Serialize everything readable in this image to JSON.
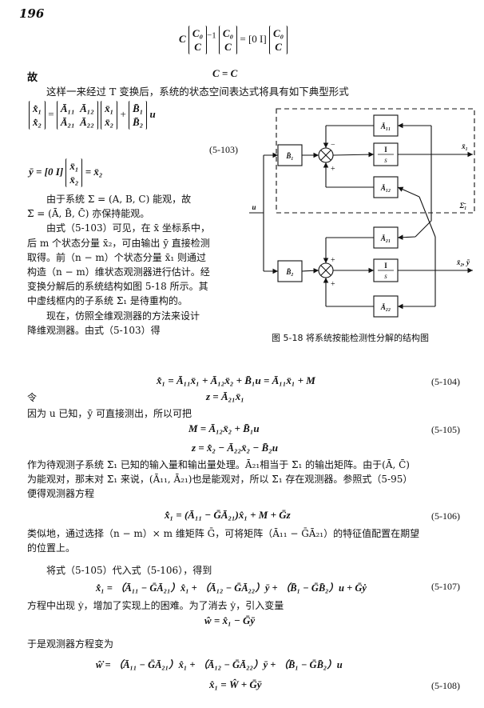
{
  "page_number": "196",
  "top_eq_1": "C⎡C₀⎤⁻¹⎡C₀⎤ = [0  I] ⎡C₀⎤",
  "top_eq_1_parts": {
    "lhs_outer_top": "C₀",
    "lhs_outer_bottom": "C",
    "mid_top": "C₀",
    "mid_bottom": "C",
    "row": "[0  I]",
    "rhs_top": "C₀",
    "rhs_bottom": "C"
  },
  "gu": "故",
  "top_eq_2": "C = C",
  "intro_line": "这样一来经过 T 变换后，系统的状态空间表达式将具有如下典型形式",
  "eq_5103_state": {
    "x1d": "x̄̇₁",
    "x2d": "x̄̇₂",
    "a11": "Ā₁₁",
    "a12": "Ā₁₂",
    "a21": "Ā₂₁",
    "a22": "Ā₂₂",
    "x1": "x̄₁",
    "x2": "x̄₂",
    "b1": "B̄₁",
    "b2": "B̄₂",
    "u": "u"
  },
  "eq_5103_no": "(5-103)",
  "eq_5103_output": {
    "lhs": "ȳ = [0  I]",
    "x1": "x̄₁",
    "x2": "x̄₂",
    "rhs": "= x̄₂"
  },
  "para1_lines": [
    "由于系统 Σ = (A, B, C) 能观，故",
    "Σ̄ = (Ā, B̄, C̄) 亦保持能观。",
    "由式（5-103）可见，在 x̄ 坐标系中，",
    "后 m 个状态分量 x̄₂，可由输出 ȳ 直接检测",
    "取得。前（n − m）个状态分量 x̄₁ 则通过",
    "构造（n − m）维状态观测器进行估计。经",
    "变换分解后的系统结构如图 5-18 所示。其",
    "中虚线框内的子系统 Σ̄₁ 是待重构的。",
    "现在，仿照全维观测器的方法来设计",
    "降维观测器。由式（5-103）得"
  ],
  "figure": {
    "caption": "图 5-18   将系统按能检测性分解的结构图",
    "blocks": {
      "a11": "Ā₁₁",
      "a12": "Ā₁₂",
      "a21": "Ā₂₁",
      "a22": "Ā₂₂",
      "b1": "B̄₁",
      "b2": "B̄₂",
      "int_num": "I",
      "int_den": "s"
    },
    "labels": {
      "u": "u",
      "x1": "x̄₁",
      "x2y": "x̄₂, ȳ",
      "sigma": "Σ̄₁",
      "plus": "+",
      "minus": "−"
    }
  },
  "eq_5104": "x̄̇₁ = Ā₁₁x̄₁ + Ā₁₂x̄₂ + B̄₁u = Ā₁₁x̄₁ + M",
  "eq_5104_no": "(5-104)",
  "ling": "令",
  "eq_z_def": "z = Ā₂₁x̄₁",
  "para2": "因为 u 已知，ȳ 可直接测出，所以可把",
  "eq_5105": "M = Ā₁₂x̄₂ + B̄₁u",
  "eq_5105_no": "(5-105)",
  "eq_z2": "z = x̄̇₂ − Ā₂₂x̄₂ − B̄₂u",
  "para3_lines": [
    "作为待观测子系统 Σ̄₁ 已知的输入量和输出量处理。Ā₂₁相当于 Σ̄₁ 的输出矩阵。由于(Ā, C̄)",
    "为能观对，那末对 Σ̄₁ 来说，(Ā₁₁, Ā₂₁)也是能观对，所以 Σ̄₁ 存在观测器。参照式（5-95）",
    "便得观测器方程"
  ],
  "eq_5106": "x̂̇₁ = (Ā₁₁ − ḠĀ₂₁)x̂₁ + M + Ḡz",
  "eq_5106_no": "(5-106)",
  "para4_lines": [
    "类似地，通过选择（n − m）× m 维矩阵 Ḡ，可将矩阵（Ā₁₁ − ḠĀ₂₁）的特征值配置在期望",
    "的位置上。"
  ],
  "para5": "将式（5-105）代入式（5-106），得到",
  "eq_5107": "x̂̇₁ = （Ā₁₁ − ḠĀ₂₁）x̂₁ + （Ā₁₂ − ḠĀ₂₂）ȳ + （B̄₁ − ḠB̄₂）u + Ḡẏ",
  "eq_5107_no": "(5-107)",
  "para6": "方程中出现 ẏ，增加了实现上的困难。为了消去 ẏ，引入变量",
  "eq_w_def": "ŵ = x̂₁ − Ḡȳ",
  "para7": "于是观测器方程变为",
  "eq_5108a": "ŵ̇  =  （Ā₁₁ − ḠĀ₂₁）x̂₁ + （Ā₁₂ − ḠĀ₂₂）ȳ + （B̄₁ − ḠB̄₂）u",
  "eq_5108b": "x̂₁ = Ŵ + Ḡȳ",
  "eq_5108_no": "(5-108)"
}
